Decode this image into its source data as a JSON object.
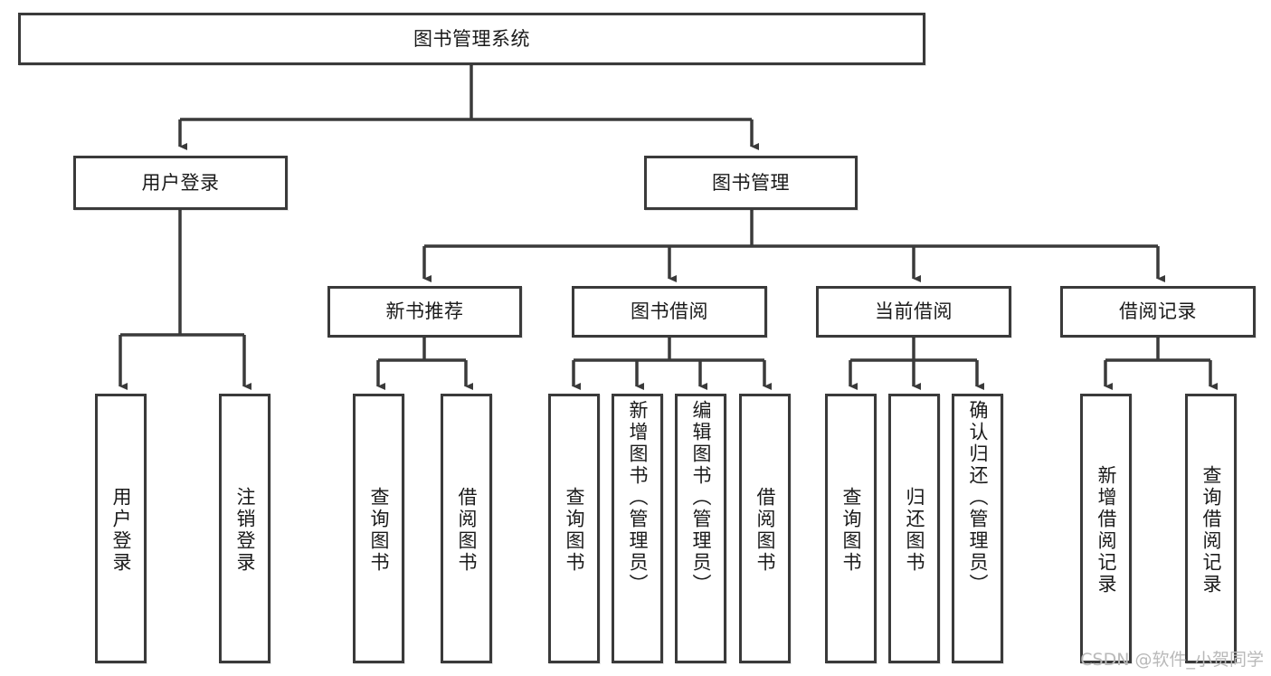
{
  "diagram": {
    "title": "图书管理系统",
    "type": "tree-hierarchy-chart",
    "watermark": "CSDN @软件_小贺同学",
    "colors": {
      "box_border": "#3a3a3a",
      "box_fill": "#ffffff",
      "connector": "#3a3a3a",
      "text": "#1a1a1a",
      "watermark": "#b9b9b9",
      "background": "#ffffff"
    }
  },
  "root": {
    "label": "图书管理系统"
  },
  "level2": [
    {
      "label": "用户登录"
    },
    {
      "label": "图书管理"
    }
  ],
  "level3": [
    {
      "label": "新书推荐"
    },
    {
      "label": "图书借阅"
    },
    {
      "label": "当前借阅"
    },
    {
      "label": "借阅记录"
    }
  ],
  "leaves": {
    "user_login": [
      {
        "label": "用户登录"
      },
      {
        "label": "注销登录"
      }
    ],
    "new_book": [
      {
        "label": "查询图书"
      },
      {
        "label": "借阅图书"
      }
    ],
    "book_borrow": [
      {
        "label": "查询图书"
      },
      {
        "label": "新增图书（管理员）"
      },
      {
        "label": "编辑图书（管理员）"
      },
      {
        "label": "借阅图书"
      }
    ],
    "current_borrow": [
      {
        "label": "查询图书"
      },
      {
        "label": "归还图书"
      },
      {
        "label": "确认归还（管理员）"
      }
    ],
    "borrow_record": [
      {
        "label": "新增借阅记录"
      },
      {
        "label": "查询借阅记录"
      }
    ]
  }
}
